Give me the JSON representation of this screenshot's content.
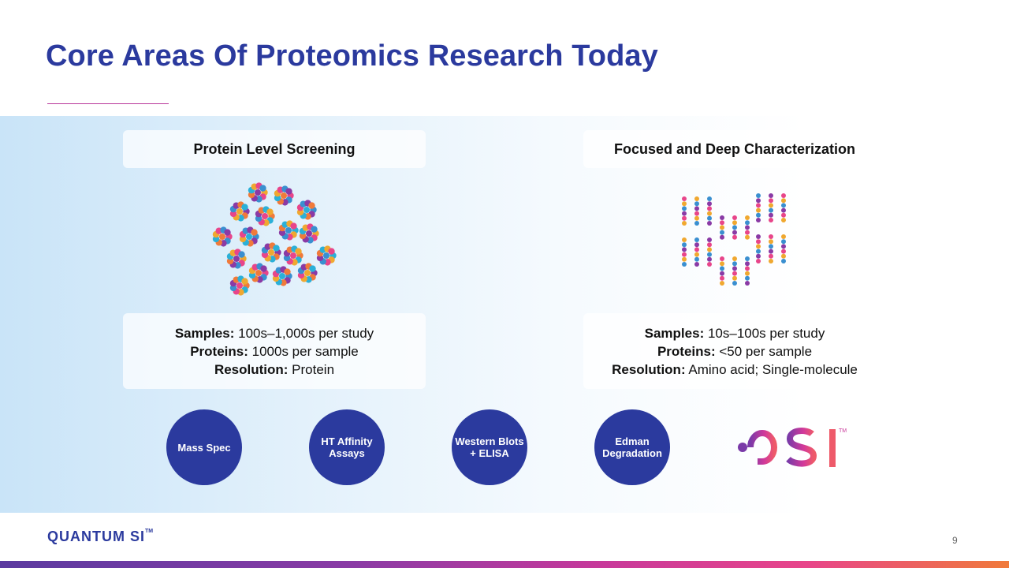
{
  "title": "Core Areas Of Proteomics Research Today",
  "left": {
    "header": "Protein Level Screening",
    "samples_label": "Samples:",
    "samples_value": " 100s–1,000s per study",
    "proteins_label": "Proteins:",
    "proteins_value": " 1000s per sample",
    "resolution_label": "Resolution:",
    "resolution_value": " Protein"
  },
  "right": {
    "header": "Focused and Deep Characterization",
    "samples_label": "Samples:",
    "samples_value": " 10s–100s per study",
    "proteins_label": "Proteins:",
    "proteins_value": " <50 per sample",
    "resolution_label": "Resolution:",
    "resolution_value": " Amino acid; Single-molecule"
  },
  "methods": [
    "Mass Spec",
    "HT Affinity Assays",
    "Western Blots + ELISA",
    "Edman Degradation"
  ],
  "qsi_logo": {
    "text": "QSI",
    "tm": "TM"
  },
  "brand": {
    "text": "QUANTUM SI",
    "tm": "TM"
  },
  "page_number": "9",
  "colors": {
    "title": "#2b3a9e",
    "circle": "#2b3a9e",
    "accent_magenta": "#c8399a",
    "accent_orange": "#f07a3a"
  }
}
